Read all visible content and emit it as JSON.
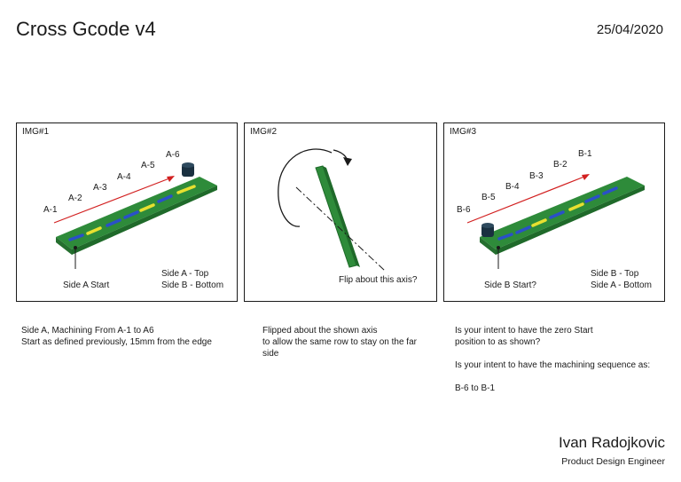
{
  "header": {
    "title": "Cross Gcode v4",
    "date": "25/04/2020"
  },
  "panels": [
    {
      "label": "IMG#1",
      "steps": [
        "A-1",
        "A-2",
        "A-3",
        "A-4",
        "A-5",
        "A-6"
      ],
      "start_label": "Side A Start",
      "side_top": "Side A - Top",
      "side_bottom": "Side B - Bottom"
    },
    {
      "label": "IMG#2",
      "axis_note": "Flip about this axis?"
    },
    {
      "label": "IMG#3",
      "steps": [
        "B-6",
        "B-5",
        "B-4",
        "B-3",
        "B-2",
        "B-1"
      ],
      "start_label": "Side B Start?",
      "side_top": "Side B - Top",
      "side_bottom": "Side A - Bottom"
    }
  ],
  "captions": [
    [
      "Side A, Machining From A-1 to A6",
      "Start as defined previously, 15mm from the edge"
    ],
    [
      "Flipped about the shown axis",
      "to allow the same row to stay on the far",
      "side"
    ],
    [
      "Is your intent to have the zero Start",
      "position to as shown?",
      "",
      "Is your intent to have the machining sequence as:",
      "",
      "B-6 to B-1"
    ]
  ],
  "footer": {
    "name": "Ivan Radojkovic",
    "role": "Product Design Engineer"
  },
  "colors": {
    "board": "#2e8b3a",
    "board_dark": "#1f6a2a",
    "arrow": "#d22020",
    "blue_mark": "#2a50c8",
    "yellow_mark": "#e8e030",
    "fixture": "#1a3040"
  }
}
